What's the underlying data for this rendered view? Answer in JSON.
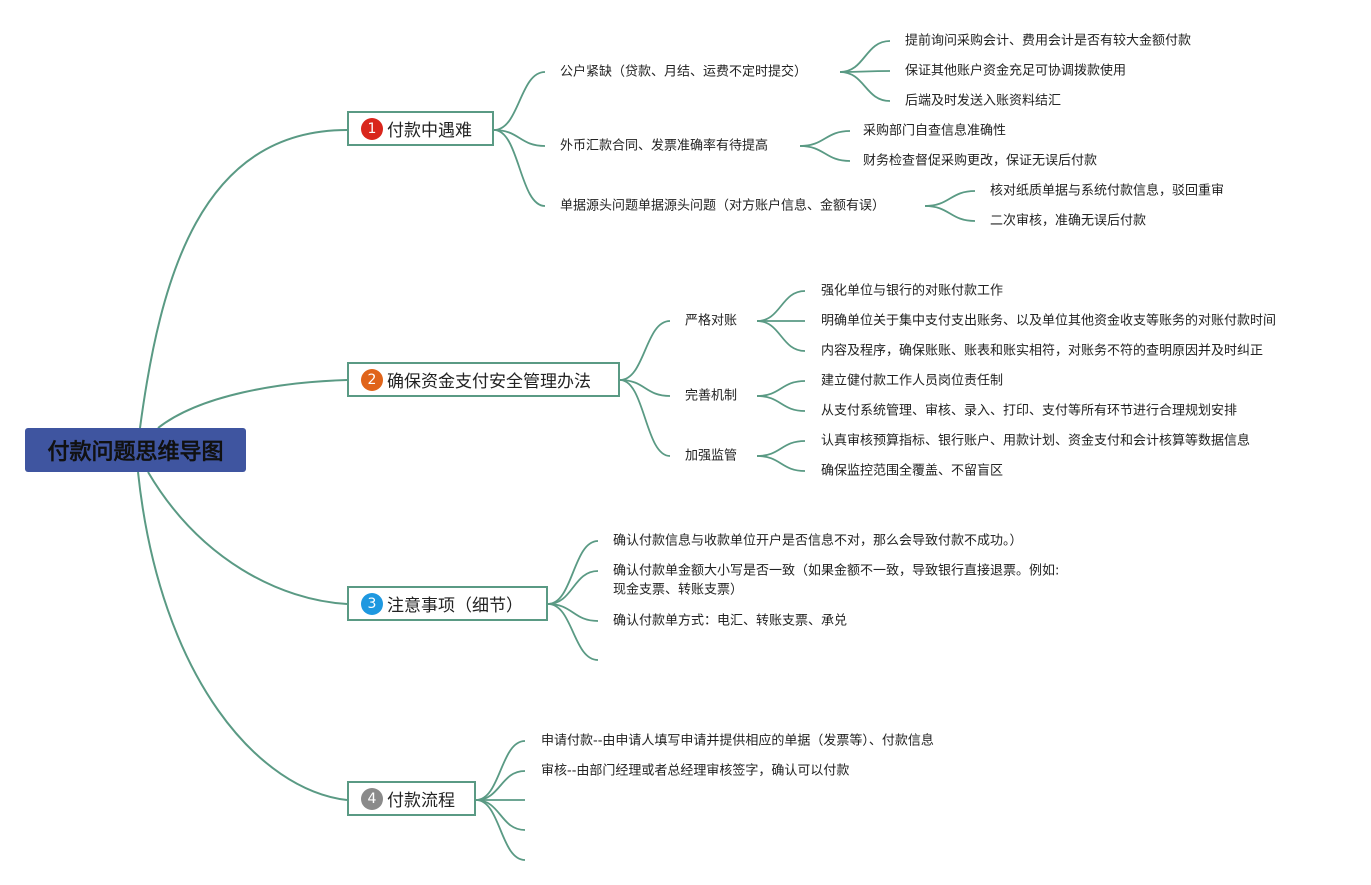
{
  "root": "付款问题思维导图",
  "colors": {
    "line": "#5a9a84",
    "root": "#3f55a0",
    "n1": "#d9261c",
    "n2": "#e0641a",
    "n3": "#1e98e0",
    "n4": "#8a8a8a"
  },
  "branches": [
    {
      "num": "1",
      "label": "付款中遇难",
      "children": [
        {
          "label": "公户紧缺（贷款、月结、运费不定时提交）",
          "children": [
            "提前询问采购会计、费用会计是否有较大金额付款",
            "保证其他账户资金充足可协调拨款使用",
            "后端及时发送入账资料结汇"
          ]
        },
        {
          "label": "外币汇款合同、发票准确率有待提高",
          "children": [
            "采购部门自查信息准确性",
            "财务检查督促采购更改，保证无误后付款"
          ]
        },
        {
          "label": "单据源头问题单据源头问题（对方账户信息、金额有误）",
          "children": [
            "核对纸质单据与系统付款信息，驳回重审",
            "二次审核，准确无误后付款"
          ]
        }
      ]
    },
    {
      "num": "2",
      "label": "确保资金支付安全管理办法",
      "children": [
        {
          "label": "严格对账",
          "children": [
            "强化单位与银行的对账付款工作",
            "明确单位关于集中支付支出账务、以及单位其他资金收支等账务的对账付款时间",
            "内容及程序，确保账账、账表和账实相符，对账务不符的查明原因并及时纠正"
          ]
        },
        {
          "label": "完善机制",
          "children": [
            "建立健付款工作人员岗位责任制",
            "从支付系统管理、审核、录入、打印、支付等所有环节进行合理规划安排"
          ]
        },
        {
          "label": "加强监管",
          "children": [
            "认真审核预算指标、银行账户、用款计划、资金支付和会计核算等数据信息",
            "确保监控范围全覆盖、不留盲区"
          ]
        }
      ]
    },
    {
      "num": "3",
      "label": "注意事项（细节）",
      "children": [
        {
          "label": "确认付款信息与收款单位开户是否信息不对，那么会导致付款不成功。）"
        },
        {
          "label": "确认付款单金额大小写是否一致（如果金额不一致，导致银行直接退票。例如:",
          "label2": "现金支票、转账支票）"
        },
        {
          "label": "确认付款单方式：电汇、转账支票、承兑"
        }
      ]
    },
    {
      "num": "4",
      "label": "付款流程",
      "children": [
        {
          "label": "申请付款--由申请人填写申请并提供相应的单据（发票等）、付款信息"
        },
        {
          "label": "审核--由部门经理或者总经理审核签字，确认可以付款"
        }
      ]
    }
  ]
}
